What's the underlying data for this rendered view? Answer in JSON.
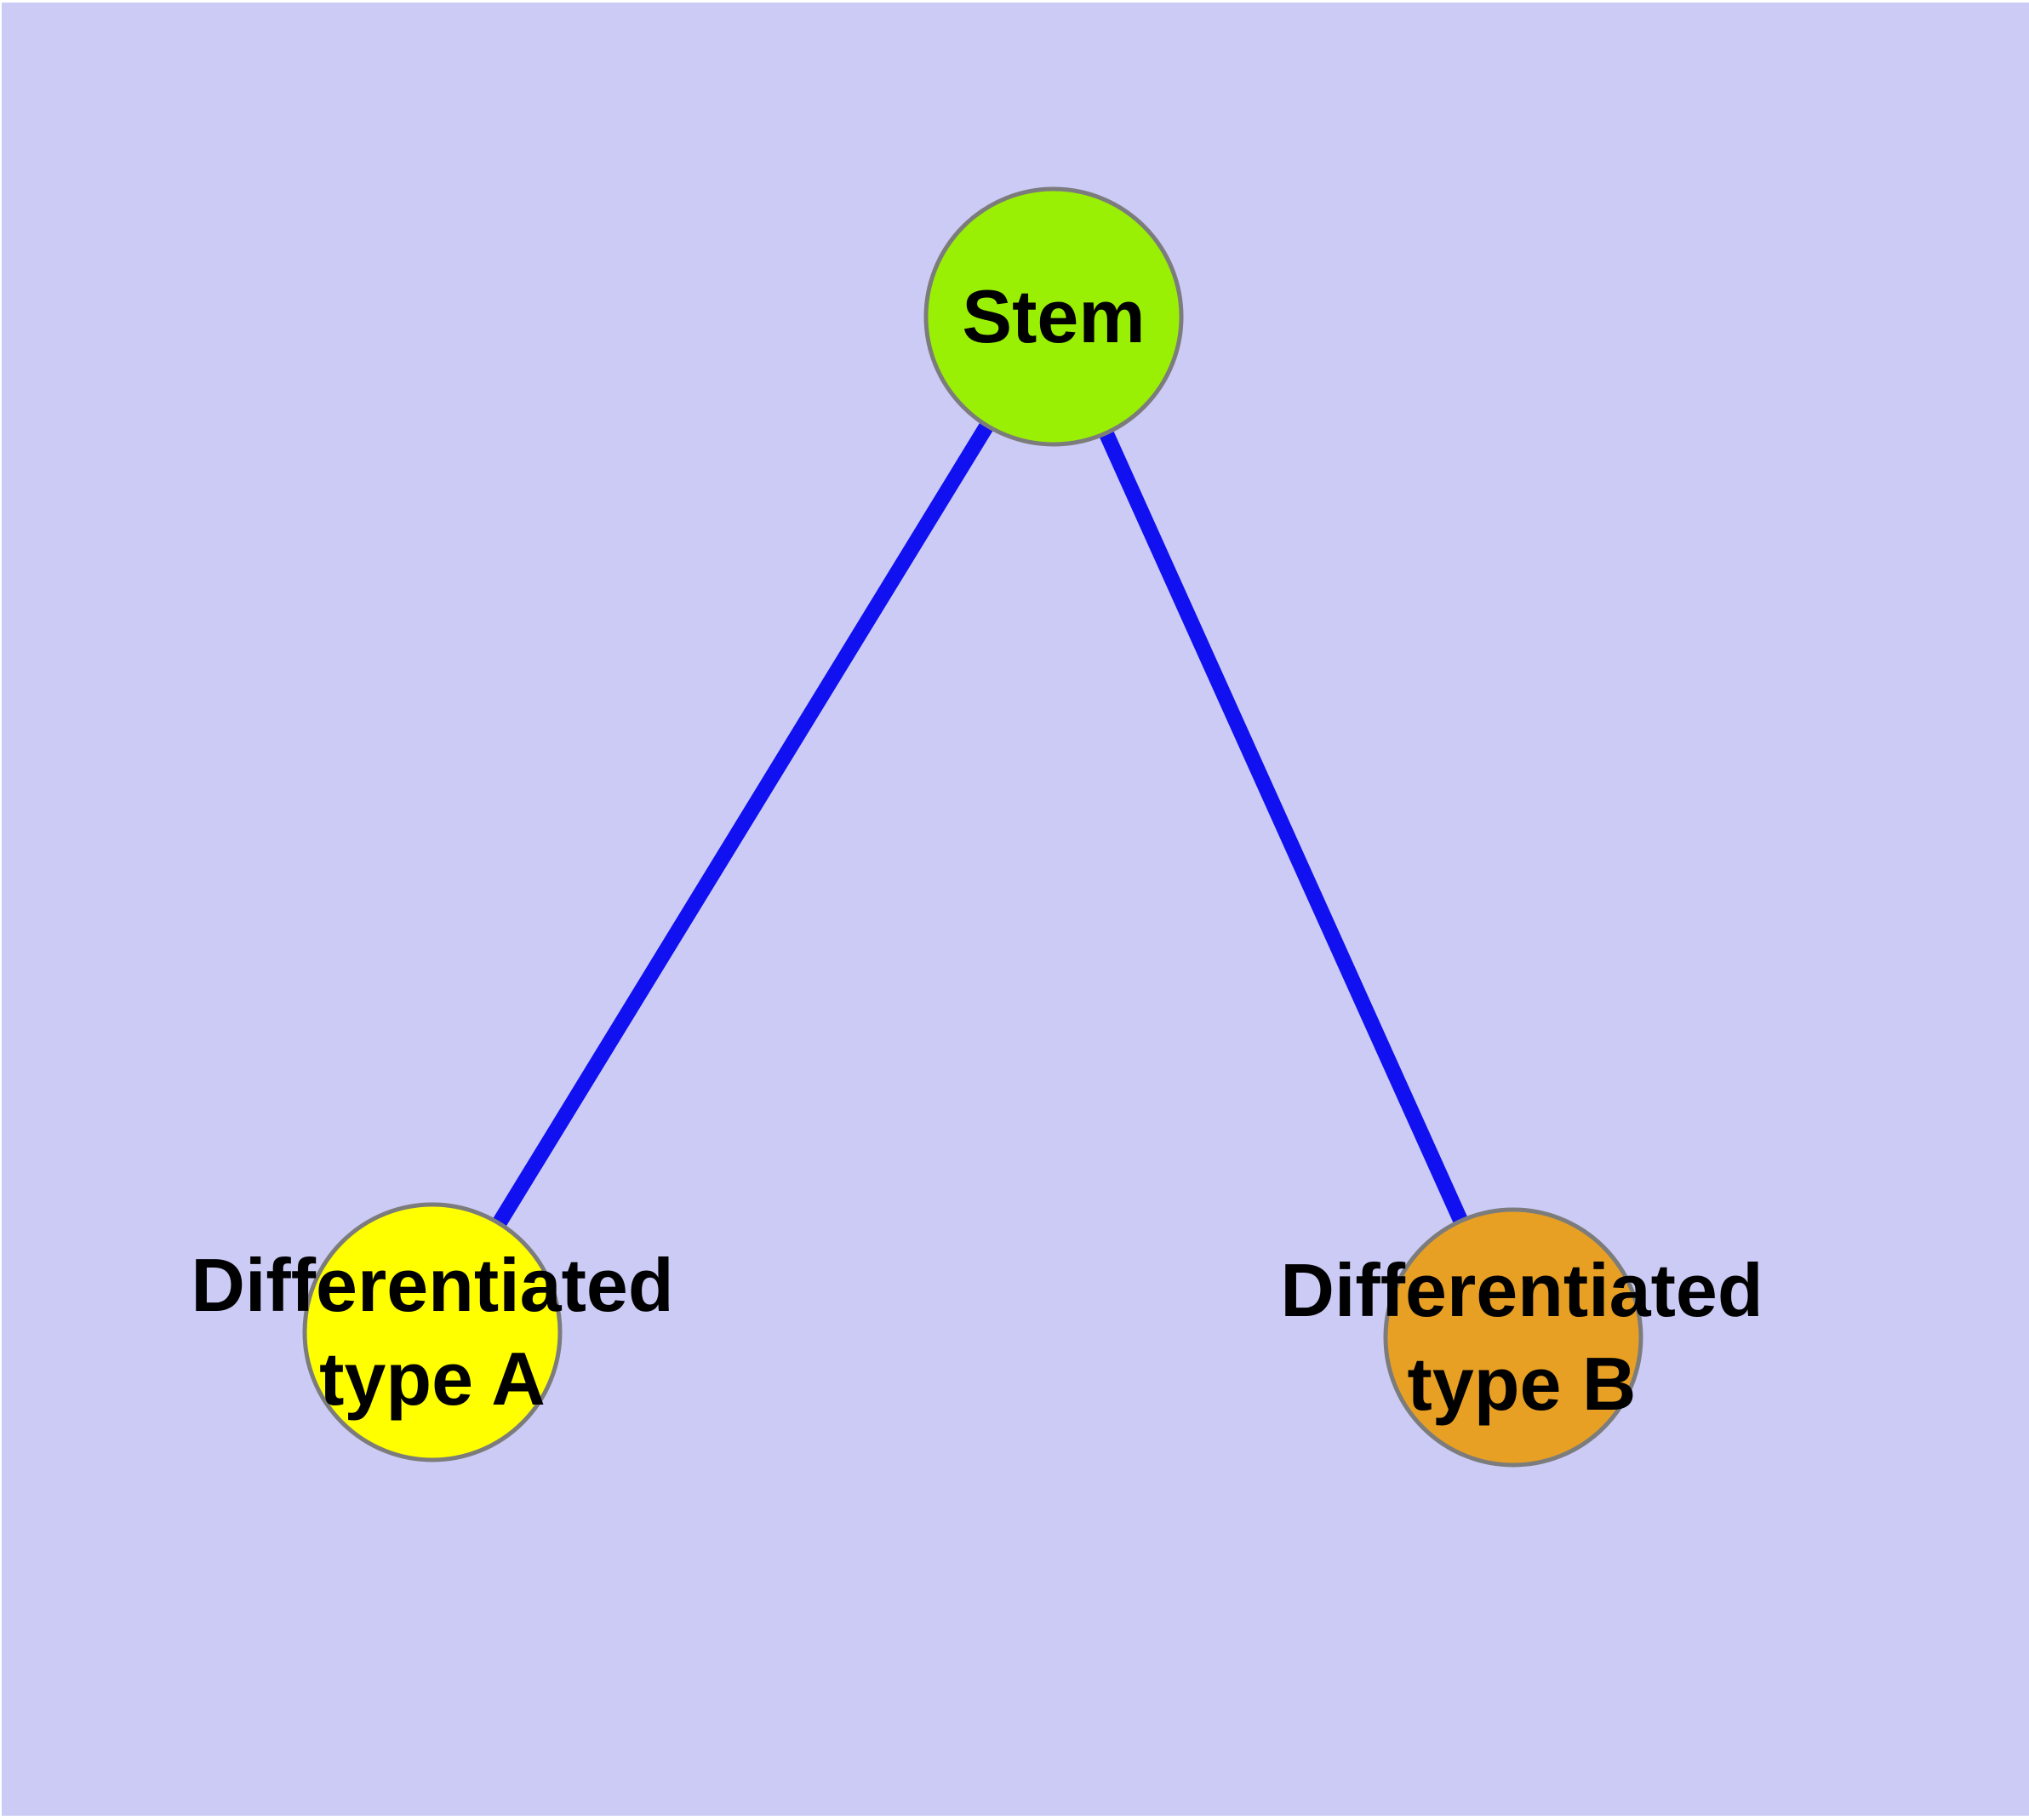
{
  "page": {
    "background_color": "#FFFFFF",
    "panel_background_color": "#CBCBF5"
  },
  "graph": {
    "edge_color": "#1010F0",
    "node_border_color": "#7C7C7C",
    "label_color": "#000000",
    "nodes": [
      {
        "id": "stem",
        "label": "Stem",
        "lines": [
          "Stem"
        ],
        "fill": "#9AF005"
      },
      {
        "id": "differentiated-type-a",
        "label": "Differentiated type A",
        "lines": [
          "Differentiated",
          "type A"
        ],
        "fill": "#FFFF00"
      },
      {
        "id": "differentiated-type-b",
        "label": "Differentiated type B",
        "lines": [
          "Differentiated",
          "type B"
        ],
        "fill": "#E7A024"
      }
    ],
    "edges": [
      {
        "from": "Stem",
        "to": "Differentiated type A"
      },
      {
        "from": "Stem",
        "to": "Differentiated type B"
      }
    ]
  }
}
